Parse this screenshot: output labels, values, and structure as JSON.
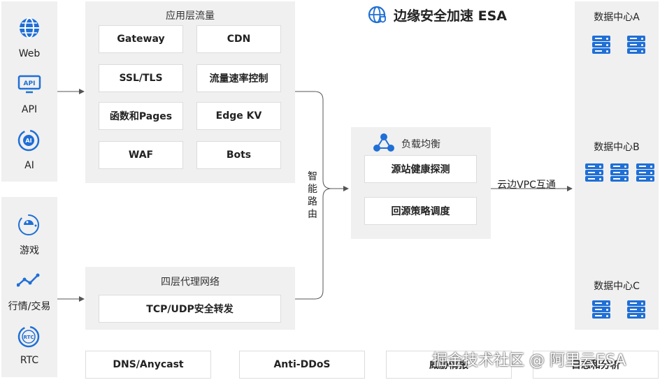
{
  "title": "边缘安全加速 ESA",
  "clients_top": [
    {
      "label": "Web",
      "icon": "globe-icon"
    },
    {
      "label": "API",
      "icon": "api-icon"
    },
    {
      "label": "AI",
      "icon": "ai-icon"
    }
  ],
  "clients_bottom": [
    {
      "label": "游戏",
      "icon": "game-icon"
    },
    {
      "label": "行情/交易",
      "icon": "trend-icon"
    },
    {
      "label": "RTC",
      "icon": "rtc-icon"
    }
  ],
  "app_layer": {
    "title": "应用层流量",
    "items": [
      "Gateway",
      "CDN",
      "SSL/TLS",
      "流量速率控制",
      "函数和Pages",
      "Edge KV",
      "WAF",
      "Bots"
    ]
  },
  "l4": {
    "title": "四层代理网络",
    "item": "TCP/UDP安全转发"
  },
  "routing_label": "智能路由",
  "lb": {
    "title": "负载均衡",
    "items": [
      "源站健康探测",
      "回源策略调度"
    ]
  },
  "vpc_label": "云边VPC互通",
  "datacenters": [
    "数据中心A",
    "数据中心B",
    "数据中心C"
  ],
  "bottom_services": [
    "DNS/Anycast",
    "Anti-DDoS",
    "威胁情报",
    "日志和分析"
  ],
  "watermark": "掘金技术社区 @ 阿里云ESA",
  "colors": {
    "accent": "#1f6fd6",
    "panel": "#f0f0f0",
    "line": "#555555"
  }
}
